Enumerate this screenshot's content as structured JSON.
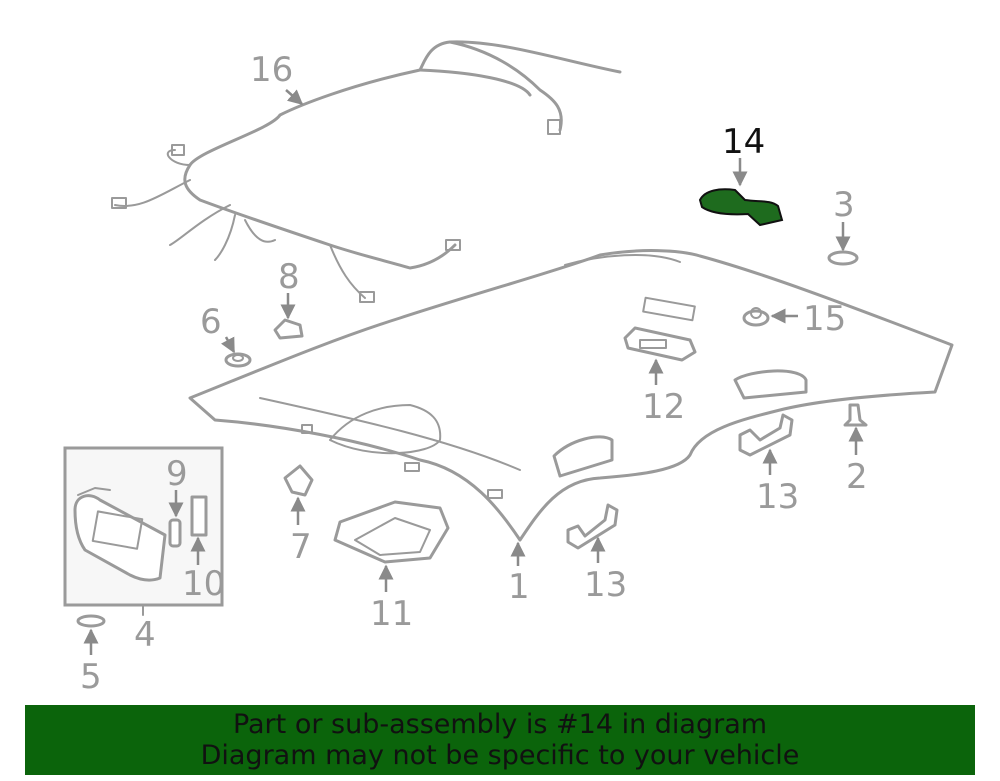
{
  "diagram": {
    "highlight_part": "14",
    "callouts": [
      {
        "id": "c16",
        "label": "16"
      },
      {
        "id": "c14",
        "label": "14"
      },
      {
        "id": "c3",
        "label": "3"
      },
      {
        "id": "c8",
        "label": "8"
      },
      {
        "id": "c6",
        "label": "6"
      },
      {
        "id": "c15",
        "label": "15"
      },
      {
        "id": "c12",
        "label": "12"
      },
      {
        "id": "c9",
        "label": "9"
      },
      {
        "id": "c2",
        "label": "2"
      },
      {
        "id": "c13a",
        "label": "13"
      },
      {
        "id": "c7",
        "label": "7"
      },
      {
        "id": "c10",
        "label": "10"
      },
      {
        "id": "c1",
        "label": "1"
      },
      {
        "id": "c13b",
        "label": "13"
      },
      {
        "id": "c11",
        "label": "11"
      },
      {
        "id": "c4",
        "label": "4"
      },
      {
        "id": "c5",
        "label": "5"
      }
    ],
    "colors": {
      "line": "#9a9a9a",
      "highlight_fill": "#1e6b1e",
      "banner": "#0b640b"
    }
  },
  "banner": {
    "line1": "Part or sub-assembly is #14 in diagram",
    "line2": "Diagram may not be specific to your vehicle"
  }
}
